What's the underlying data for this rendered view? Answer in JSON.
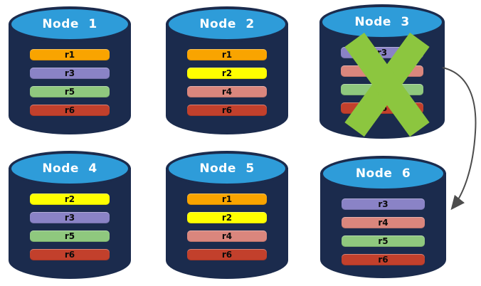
{
  "diagram": {
    "cylinder": {
      "body_color": "#1B2B4D",
      "top_color": "#2E9CD9",
      "title_color": "#FFFFFF"
    },
    "replica_colors": {
      "r1": "#F9A400",
      "r2": "#FFFF00",
      "r3": "#8A83C6",
      "r4": "#DA867D",
      "r5": "#8FC87E",
      "r6": "#C2402C"
    },
    "nodes": [
      {
        "title": "Node 1",
        "replicas": [
          "r1",
          "r3",
          "r5",
          "r6"
        ],
        "failed": false
      },
      {
        "title": "Node 2",
        "replicas": [
          "r1",
          "r2",
          "r4",
          "r6"
        ],
        "failed": false
      },
      {
        "title": "Node 3",
        "replicas": [
          "r3",
          "r4",
          "r5",
          "r6"
        ],
        "failed": true
      },
      {
        "title": "Node 4",
        "replicas": [
          "r2",
          "r3",
          "r5",
          "r6"
        ],
        "failed": false
      },
      {
        "title": "Node 5",
        "replicas": [
          "r1",
          "r2",
          "r4",
          "r6"
        ],
        "failed": false
      },
      {
        "title": "Node 6",
        "replicas": [
          "r3",
          "r4",
          "r5",
          "r6"
        ],
        "failed": false
      }
    ],
    "failure": {
      "node": "Node 3",
      "x_color": "#8CC63F"
    },
    "arrow": {
      "from": "Node 3",
      "to": "Node 6",
      "color": "#4D4D4D"
    }
  }
}
